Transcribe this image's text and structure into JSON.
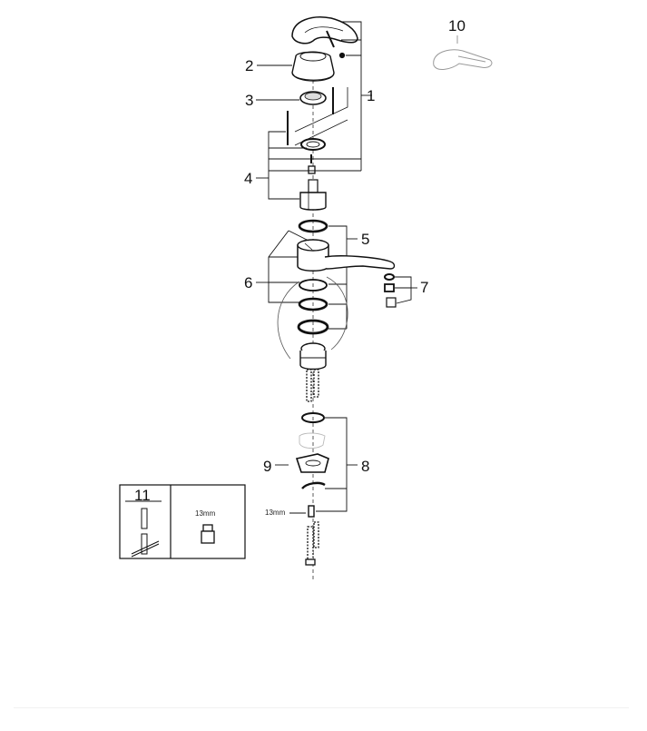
{
  "diagram": {
    "type": "exploded-parts-view",
    "subject": "Single-lever kitchen faucet",
    "colors": {
      "line": "#111111",
      "ghost": "#bbbbbb",
      "background": "#ffffff"
    },
    "callouts": [
      {
        "id": "1",
        "label": "1"
      },
      {
        "id": "2",
        "label": "2"
      },
      {
        "id": "3",
        "label": "3"
      },
      {
        "id": "4",
        "label": "4"
      },
      {
        "id": "5",
        "label": "5"
      },
      {
        "id": "6",
        "label": "6"
      },
      {
        "id": "7",
        "label": "7"
      },
      {
        "id": "8",
        "label": "8"
      },
      {
        "id": "9",
        "label": "9"
      },
      {
        "id": "10",
        "label": "10"
      }
    ],
    "dimension_labels": {
      "nut_size": "13mm"
    },
    "tool_box": {
      "label": "11",
      "wrench_size": "13mm"
    }
  }
}
